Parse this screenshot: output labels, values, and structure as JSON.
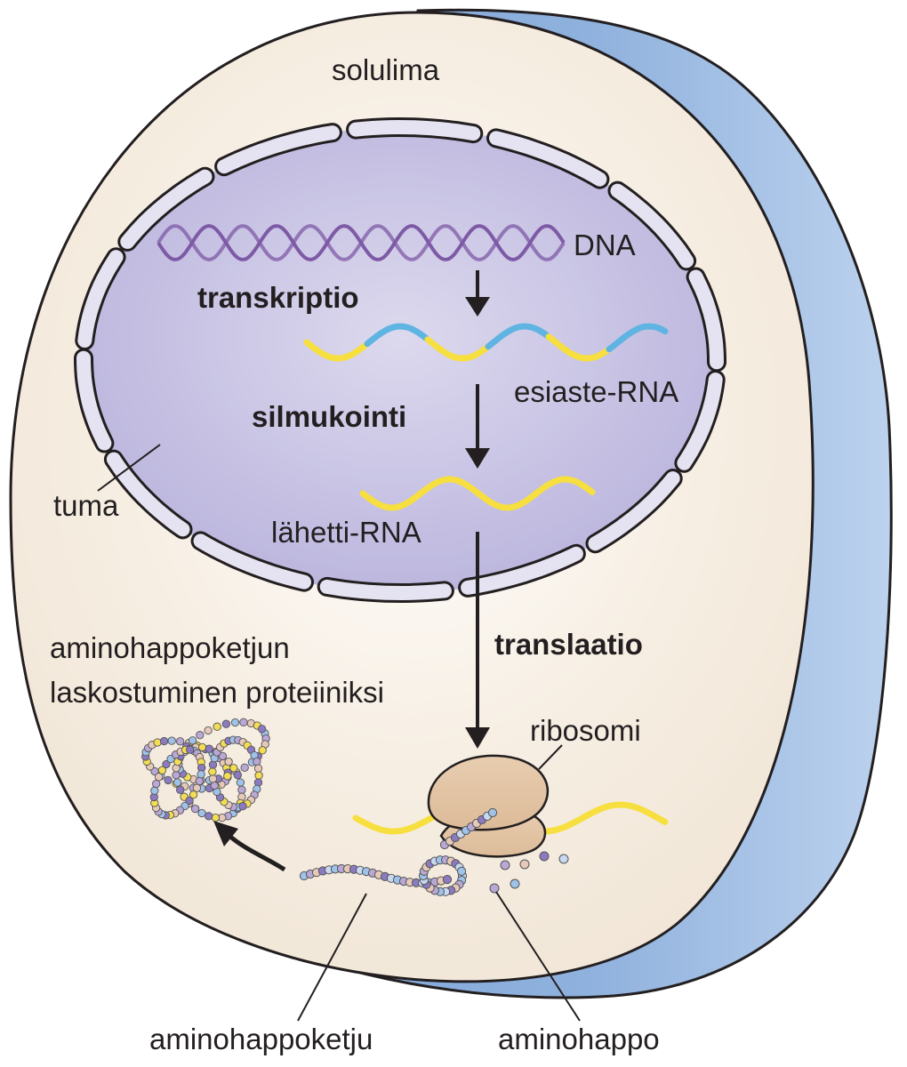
{
  "labels": {
    "cytoplasm": "solulima",
    "dna": "DNA",
    "transcription": "transkriptio",
    "pre_rna": "esiaste-RNA",
    "splicing": "silmukointi",
    "nucleus": "tuma",
    "mrna": "lähetti-RNA",
    "translation": "translaatio",
    "folding_line1": "aminohappoketjun",
    "folding_line2": "laskostuminen proteiiniksi",
    "ribosome": "ribosomi",
    "amino_acid_chain": "aminohappoketju",
    "amino_acid": "aminohappo"
  },
  "colors": {
    "cytoplasm_fill": "#f1e6d7",
    "cell_membrane_blue": "#8fb1dd",
    "nucleus_fill": "#b9b3dc",
    "nuclear_envelope": "#e5e3f1",
    "dna_strand": "#7e5aa6",
    "rna_yellow": "#f6df3e",
    "rna_blue": "#5fb4e2",
    "ribosome_fill": "#dcbb98",
    "arrow": "#231f20"
  }
}
